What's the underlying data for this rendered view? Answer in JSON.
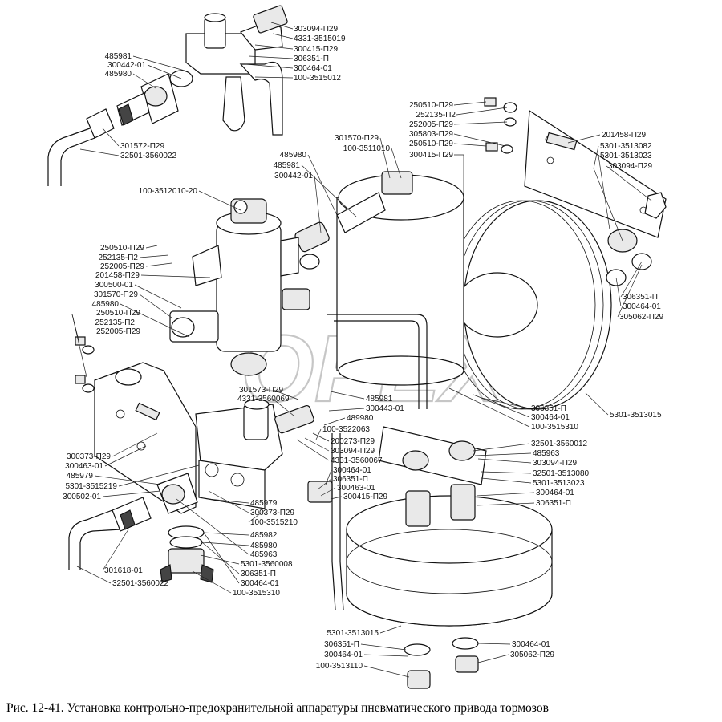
{
  "caption": "Рис. 12-41. Установка контрольно-предохранительной аппаратуры   пневматического привода тормозов",
  "watermark": "OPEX",
  "labels": [
    "303094-П29",
    "4331-3515019",
    "300415-П29",
    "306351-П",
    "300464-01",
    "100-3515012",
    "485981",
    "300442-01",
    "485980",
    "301572-П29",
    "32501-3560022",
    "250510-П29",
    "252135-П2",
    "252005-П29",
    "305803-П29",
    "250510-П29",
    "300415-П29",
    "201458-П29",
    "5301-3513082",
    "5301-3513023",
    "303094-П29",
    "301570-П29",
    "100-3511010",
    "485980",
    "485981",
    "300442-01",
    "100-3512010-20",
    "250510-П29",
    "252135-П2",
    "252005-П29",
    "201458-П29",
    "300500-01",
    "301570-П29",
    "485980",
    "250510-П29",
    "252135-П2",
    "252005-П29",
    "306351-П",
    "300464-01",
    "305062-П29",
    "301573-П29",
    "4331-3560069",
    "485981",
    "300443-01",
    "489980",
    "100-3522063",
    "306351-П",
    "300464-01",
    "100-3515310",
    "5301-3513015",
    "200273-П29",
    "303094-П29",
    "4331-3560067",
    "300464-01",
    "306351-П",
    "300463-01",
    "300415-П29",
    "32501-3560012",
    "485963",
    "303094-П29",
    "32501-3513080",
    "5301-3513023",
    "300464-01",
    "306351-П",
    "300373-П29",
    "300463-01",
    "485979",
    "5301-3515219",
    "300502-01",
    "485979",
    "300373-П29",
    "100-3515210",
    "485982",
    "485963",
    "485980",
    "5301-3560008",
    "306351-П",
    "300464-01",
    "100-3515310",
    "301618-01",
    "32501-3560022",
    "5301-3513015",
    "306351-П",
    "300464-01",
    "100-3513110",
    "300464-01",
    "305062-П29"
  ]
}
